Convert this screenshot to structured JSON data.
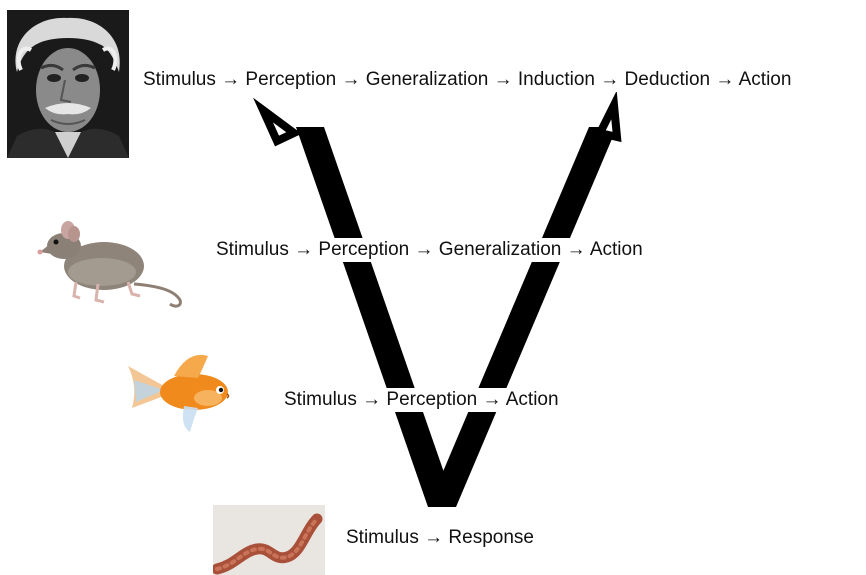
{
  "levels": [
    {
      "id": "human",
      "image_label": "human portrait",
      "text": "Stimulus → Perception → Generalization  → Induction → Deduction → Action"
    },
    {
      "id": "rat",
      "image_label": "rat",
      "text": "Stimulus → Perception → Generalization  →  Action"
    },
    {
      "id": "fish",
      "image_label": "goldfish",
      "text": "Stimulus → Perception →  Action"
    },
    {
      "id": "worm",
      "image_label": "worm",
      "text": "Stimulus → Response"
    }
  ],
  "colors": {
    "arrow": "#000000",
    "text": "#111111",
    "fish": "#f08a1c",
    "rat": "#8e8479",
    "worm": "#b25a3a"
  }
}
